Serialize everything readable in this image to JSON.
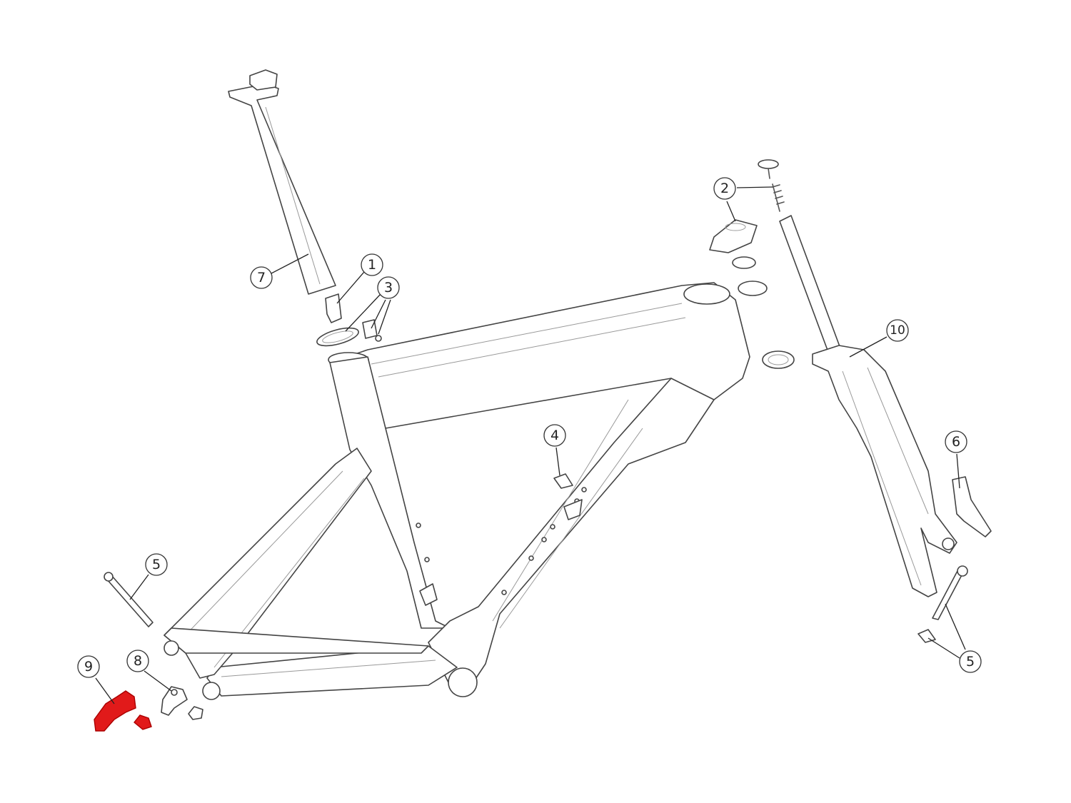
{
  "diagram": {
    "callouts": [
      {
        "id": "seatpost",
        "label": "7"
      },
      {
        "id": "seatpost-wedge",
        "label": "1"
      },
      {
        "id": "seat-clamp",
        "label": "3"
      },
      {
        "id": "headset-top",
        "label": "2"
      },
      {
        "id": "fork",
        "label": "10"
      },
      {
        "id": "cable-guide",
        "label": "4"
      },
      {
        "id": "fork-guard",
        "label": "6"
      },
      {
        "id": "rear-axle",
        "label": "5"
      },
      {
        "id": "front-axle",
        "label": "5"
      },
      {
        "id": "derailleur-hanger",
        "label": "8"
      },
      {
        "id": "highlighted-dropout",
        "label": "9"
      }
    ],
    "highlight_color": "#e11a1a"
  }
}
